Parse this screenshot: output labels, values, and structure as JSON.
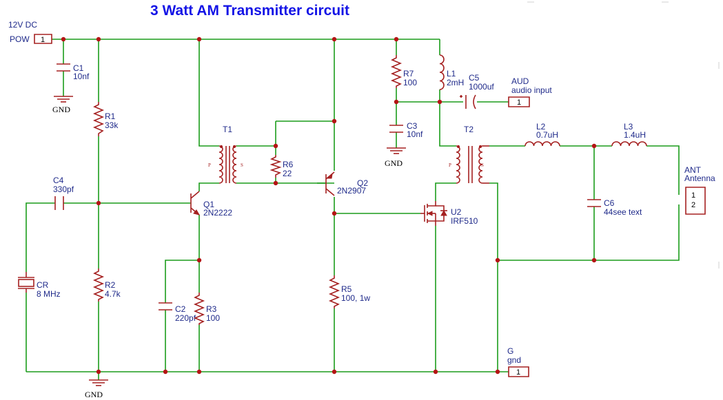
{
  "diagram": {
    "title": "3 Watt AM Transmitter circuit",
    "colors": {
      "wire": "#1a9c1a",
      "component": "#a52020",
      "label": "#1f2a8a",
      "title": "#1414e6"
    },
    "ports": {
      "pow": {
        "net": "12V DC",
        "name": "POW",
        "pin": "1"
      },
      "aud": {
        "name": "AUD",
        "desc": "audio input",
        "pin": "1"
      },
      "gnd": {
        "name": "G",
        "desc": "gnd",
        "pin": "1"
      },
      "ant": {
        "name": "ANT",
        "desc": "Antenna",
        "pin1": "1",
        "pin2": "2"
      }
    },
    "components": {
      "c1": {
        "ref": "C1",
        "value": "10nf"
      },
      "r1": {
        "ref": "R1",
        "value": "33k"
      },
      "c4": {
        "ref": "C4",
        "value": "330pf"
      },
      "cr": {
        "ref": "CR",
        "value": "8 MHz"
      },
      "r2": {
        "ref": "R2",
        "value": "4.7k"
      },
      "q1": {
        "ref": "Q1",
        "value": "2N2222"
      },
      "c2": {
        "ref": "C2",
        "value": "220pf"
      },
      "r3": {
        "ref": "R3",
        "value": "100"
      },
      "t1": {
        "ref": "T1",
        "p": "P",
        "s": "S"
      },
      "r6": {
        "ref": "R6",
        "value": "22"
      },
      "q2": {
        "ref": "Q2",
        "value": "2N2907"
      },
      "r5": {
        "ref": "R5",
        "value": "100, 1w"
      },
      "r7": {
        "ref": "R7",
        "value": "100"
      },
      "l1": {
        "ref": "L1",
        "value": "2mH"
      },
      "c5": {
        "ref": "C5",
        "value": "1000uf"
      },
      "c3": {
        "ref": "C3",
        "value": "10nf"
      },
      "t2": {
        "ref": "T2",
        "p": "P",
        "s": "S"
      },
      "u2": {
        "ref": "U2",
        "value": "IRF510"
      },
      "l2": {
        "ref": "L2",
        "value": "0.7uH"
      },
      "l3": {
        "ref": "L3",
        "value": "1.4uH"
      },
      "c6": {
        "ref": "C6",
        "value": "44see text"
      }
    },
    "ground_label": "GND"
  }
}
